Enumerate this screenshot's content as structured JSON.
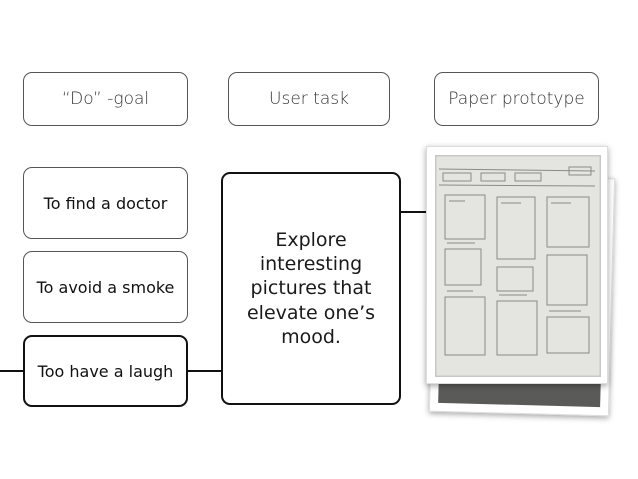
{
  "headers": {
    "goal": "“Do” -goal",
    "task": "User task",
    "prototype": "Paper prototype"
  },
  "goals": [
    "To find a doctor",
    "To avoid a smoke",
    "Too have a laugh"
  ],
  "task_text": "Explore interesting pictures that elevate one’s mood.",
  "colors": {
    "border": "#555555",
    "active_border": "#111111",
    "paper": "#e4e5e0"
  }
}
